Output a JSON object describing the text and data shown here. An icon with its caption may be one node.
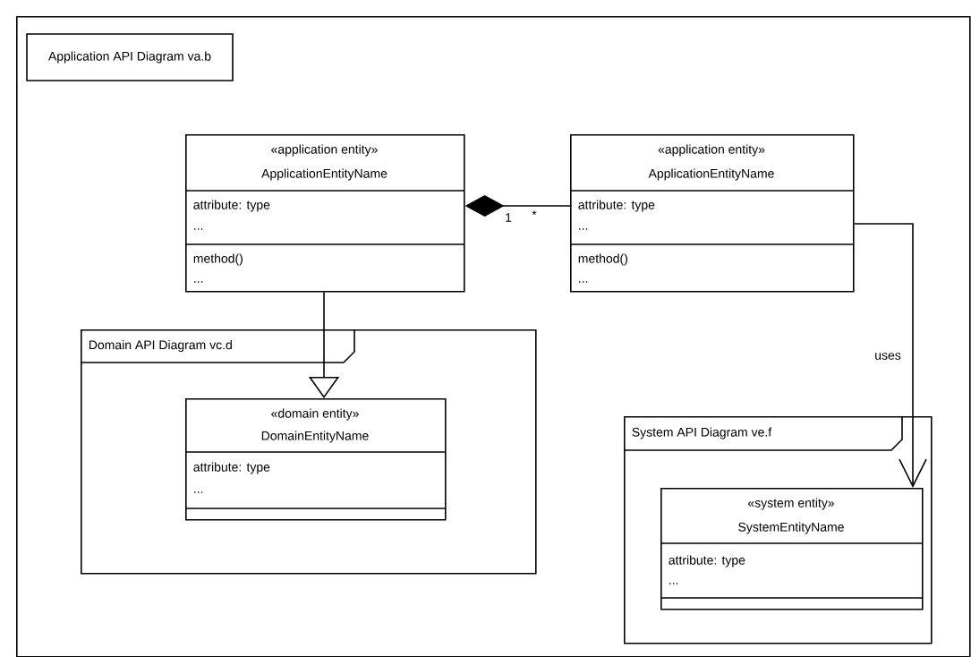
{
  "diagram": {
    "nodes": [
      {
        "text": [
          "Application API Diagram va.b"
        ]
      },
      {
        "text": [
          "«application entity»",
          "ApplicationEntityName",
          "attribute: type",
          "...",
          "method()",
          "..."
        ],
        "in": 0
      },
      {
        "text": [
          "«application entity»",
          "ApplicationEntityName",
          "attribute: type",
          "...",
          "method()",
          "..."
        ],
        "in": 0
      },
      {
        "text": [
          "Domain API Diagram vc.d"
        ],
        "in": 0
      },
      {
        "text": [
          "«domain entity»",
          "DomainEntityName",
          "attribute: type",
          "..."
        ],
        "in": 3
      },
      {
        "text": [
          "System API Diagram ve.f"
        ],
        "in": 0
      },
      {
        "text": [
          "«system entity»",
          "SystemEntityName",
          "attribute: type",
          "..."
        ],
        "in": 5
      }
    ],
    "edges": [
      {
        "from": 2,
        "to": 1,
        "arrow": "other"
      },
      {
        "from": 1,
        "to": 4,
        "arrow": "to"
      },
      {
        "from": 2,
        "to": 6,
        "arrow": "to",
        "label": "uses"
      }
    ],
    "labels": [
      "1",
      "*"
    ]
  }
}
